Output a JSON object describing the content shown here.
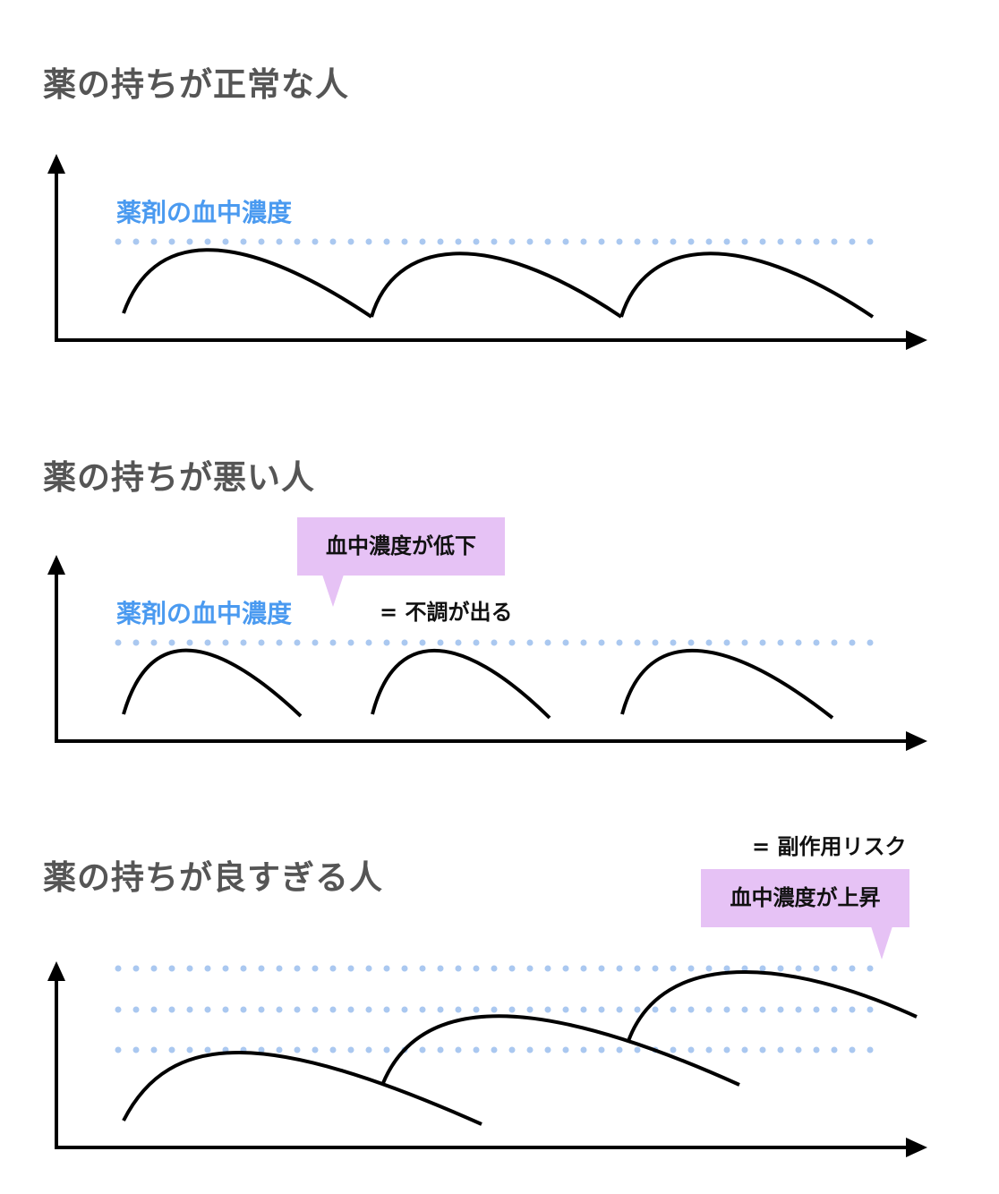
{
  "sections": [
    {
      "title": "薬の持ちが正常な人",
      "level_label": "薬剤の血中濃度"
    },
    {
      "title": "薬の持ちが悪い人",
      "level_label": "薬剤の血中濃度",
      "callout": "血中濃度が低下",
      "note": "= 不調が出る"
    },
    {
      "title": "薬の持ちが良すぎる人",
      "callout": "血中濃度が上昇",
      "note": "= 副作用リスク"
    }
  ],
  "colors": {
    "heading": "#555555",
    "level_label": "#4a9af0",
    "dotted_line": "#aac8f0",
    "callout_bg": "#e6c2f5",
    "curve": "#000000"
  }
}
